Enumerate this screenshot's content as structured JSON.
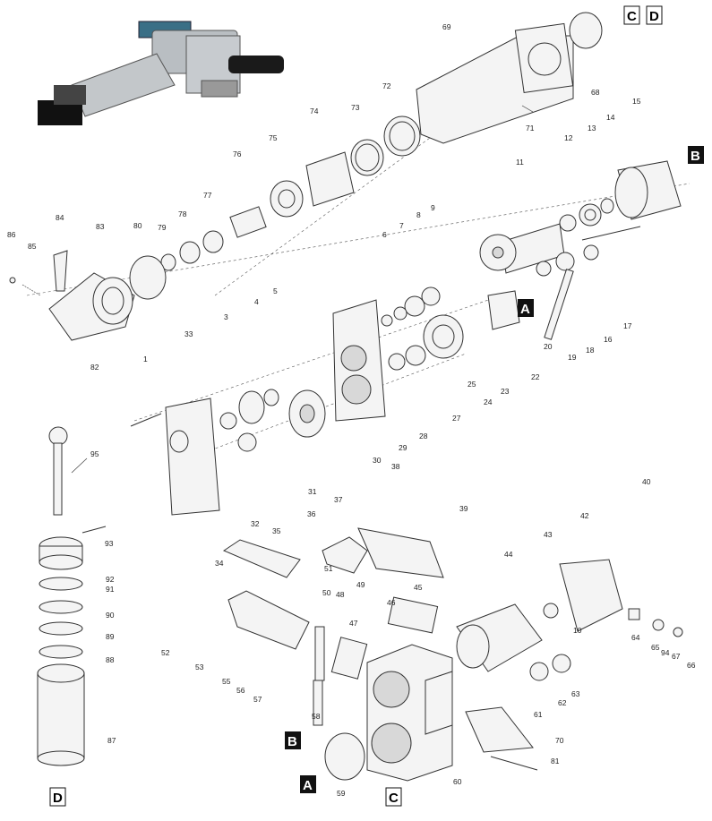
{
  "labels": [
    "1",
    "3",
    "4",
    "5",
    "6",
    "7",
    "8",
    "9",
    "10",
    "11",
    "12",
    "13",
    "14",
    "15",
    "16",
    "17",
    "18",
    "19",
    "20",
    "22",
    "23",
    "24",
    "25",
    "27",
    "28",
    "29",
    "30",
    "31",
    "32",
    "33",
    "34",
    "35",
    "36",
    "37",
    "38",
    "39",
    "40",
    "42",
    "43",
    "44",
    "45",
    "46",
    "47",
    "48",
    "49",
    "50",
    "51",
    "52",
    "53",
    "55",
    "56",
    "57",
    "58",
    "59",
    "60",
    "61",
    "62",
    "63",
    "64",
    "65",
    "66",
    "67",
    "68",
    "69",
    "70",
    "71",
    "72",
    "73",
    "74",
    "75",
    "76",
    "77",
    "78",
    "79",
    "80",
    "81",
    "82",
    "83",
    "84",
    "85",
    "86",
    "87",
    "88",
    "89",
    "90",
    "91",
    "92",
    "93",
    "94"
  ],
  "ref_95": "95",
  "boxed": {
    "C": "C",
    "D": "D",
    "A": "A",
    "B": "B"
  }
}
